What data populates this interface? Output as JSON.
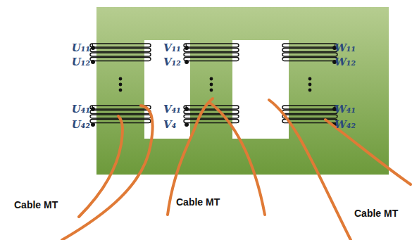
{
  "diagram": {
    "labels": [
      "U₁₁",
      "V₁₁",
      "W₁₁",
      "U₁₂",
      "V₁₂",
      "W₁₂",
      "U₄₁",
      "V₄₁",
      "W₄₁",
      "U₄₂",
      "V₄",
      "W₄₂",
      "Cable MT",
      "Cable MT",
      "Cable MT"
    ]
  }
}
